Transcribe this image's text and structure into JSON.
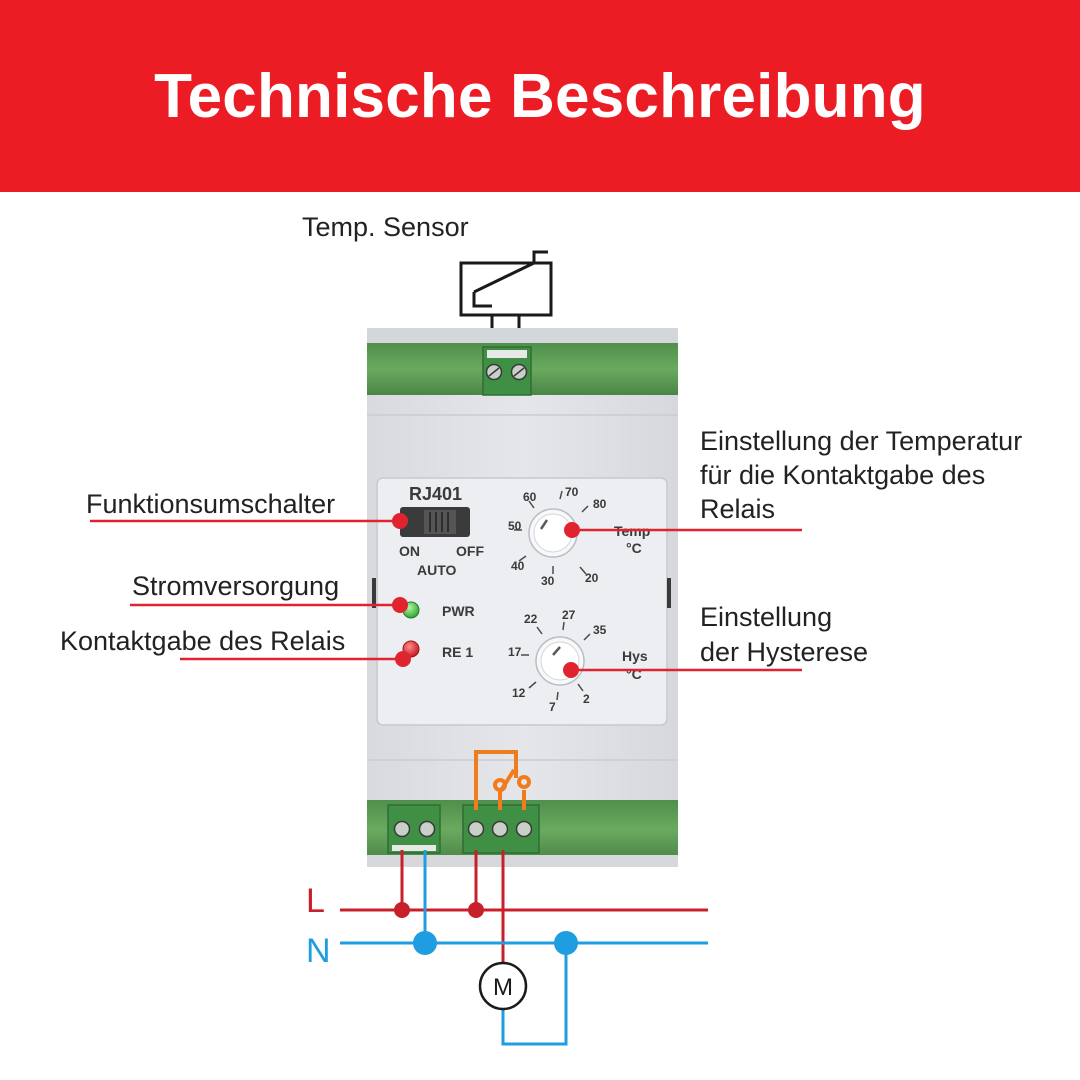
{
  "title": "Technische Beschreibung",
  "labels": {
    "sensor": "Temp. Sensor",
    "switch": "Funktionsumschalter",
    "power": "Stromversorgung",
    "relay": "Kontaktgabe des Relais",
    "temp_setting": [
      "Einstellung der Temperatur",
      "für die Kontaktgabe des",
      "Relais"
    ],
    "hysteresis_setting": [
      "Einstellung",
      "der Hysterese"
    ]
  },
  "device": {
    "model": "RJ401",
    "switch_on": "ON",
    "switch_off": "OFF",
    "switch_auto": "AUTO",
    "led_power": "PWR",
    "led_relay": "RE 1",
    "temp_dial": {
      "label": "Temp",
      "unit": "°C",
      "scale": [
        "20",
        "30",
        "40",
        "50",
        "60",
        "70",
        "80"
      ]
    },
    "hys_dial": {
      "label": "Hys",
      "unit": "°C",
      "scale": [
        "2",
        "7",
        "12",
        "17",
        "22",
        "27",
        "35"
      ]
    },
    "motor": "M"
  },
  "wiring": {
    "line": "L",
    "neutral": "N"
  },
  "colors": {
    "banner": "#ec1c24",
    "callout": "#e0242f",
    "phase_wire": "#c8202a",
    "neutral_wire": "#1e9ee0",
    "terminal_green": "#4e9a4f",
    "relay_bridge": "#f07c1e",
    "led_power": "#36c23a",
    "led_relay": "#e5232a"
  }
}
